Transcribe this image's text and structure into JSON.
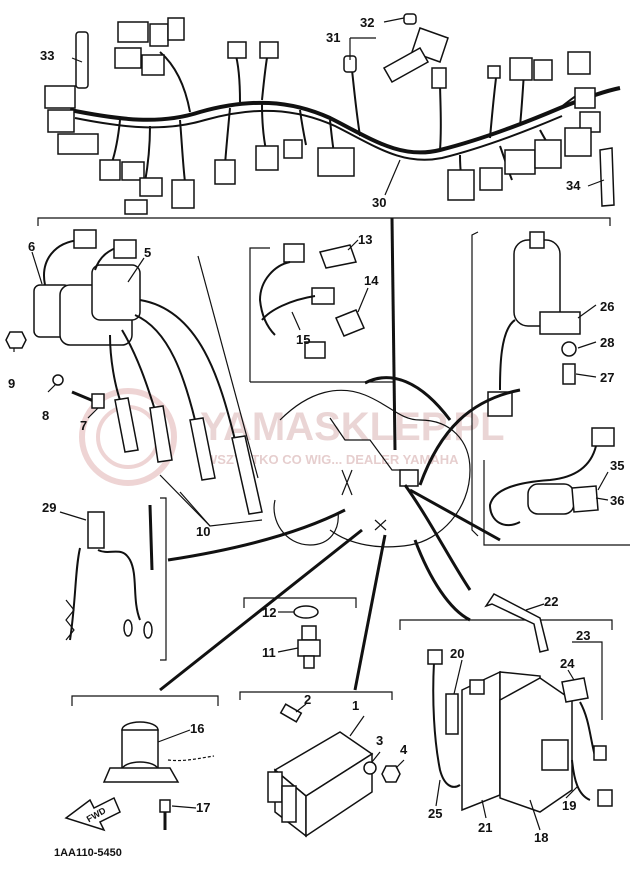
{
  "diagram": {
    "part_number": "1AA110-5450",
    "fwd_label": "FWD",
    "watermark": {
      "brand": "YAMASKLEP.PL",
      "tagline": "WSZYSTKO CO WIG... DEALER YAMAHA",
      "color": "#d9a0a0"
    },
    "callouts": [
      "1",
      "2",
      "3",
      "4",
      "5",
      "6",
      "7",
      "8",
      "9",
      "10",
      "11",
      "12",
      "13",
      "14",
      "15",
      "16",
      "17",
      "18",
      "19",
      "20",
      "21",
      "22",
      "23",
      "24",
      "25",
      "26",
      "27",
      "28",
      "29",
      "30",
      "31",
      "32",
      "33",
      "34",
      "35",
      "36"
    ]
  }
}
